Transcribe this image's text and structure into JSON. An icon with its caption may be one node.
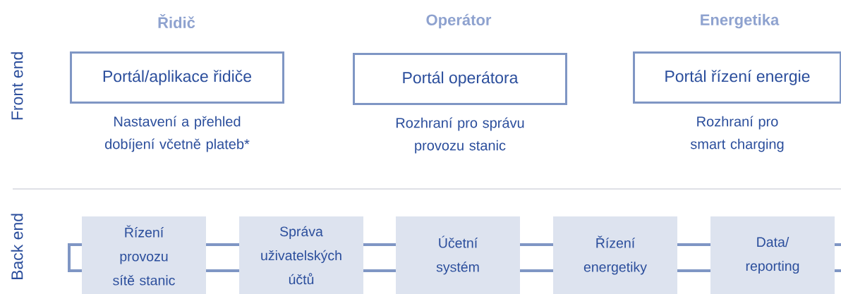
{
  "diagram": {
    "nodes": [
      {
        "text": [
          "Portál/aplikace řidiče"
        ],
        "beside": [
          "Nastavení a přehled dobíjení včetně plateb*"
        ]
      },
      {
        "text": [
          "Portál operátora"
        ],
        "beside": [
          "Rozhraní pro správu provozu stanic"
        ]
      },
      {
        "text": [
          "Portál řízení energie"
        ],
        "beside": [
          "Rozhraní pro smart charging"
        ]
      },
      {
        "text": [
          "Řízení provozu sítě stanic"
        ]
      },
      {
        "text": [
          "Správa uživatelských účtů"
        ]
      },
      {
        "text": [
          "Účetní systém"
        ]
      },
      {
        "text": [
          "Řízení energetiky"
        ]
      },
      {
        "text": [
          "Data/ reporting"
        ]
      }
    ],
    "edges": [
      {
        "from": 3,
        "to": 3,
        "arrow": "none"
      },
      {
        "from": 3,
        "to": 4,
        "arrow": "none"
      },
      {
        "from": 3,
        "to": 4,
        "arrow": "none"
      },
      {
        "from": 4,
        "to": 5,
        "arrow": "none"
      },
      {
        "from": 4,
        "to": 5,
        "arrow": "none"
      },
      {
        "from": 5,
        "to": 6,
        "arrow": "none"
      },
      {
        "from": 5,
        "to": 6,
        "arrow": "none"
      },
      {
        "from": 6,
        "to": 7,
        "arrow": "none"
      },
      {
        "from": 6,
        "to": 7,
        "arrow": "none"
      },
      {
        "from": 7,
        "to": null,
        "arrow": "none"
      },
      {
        "from": 7,
        "to": null,
        "arrow": "none"
      }
    ],
    "labels": [
      "Řidič",
      "Operátor",
      "Energetika",
      "Front end",
      "Back end"
    ]
  }
}
